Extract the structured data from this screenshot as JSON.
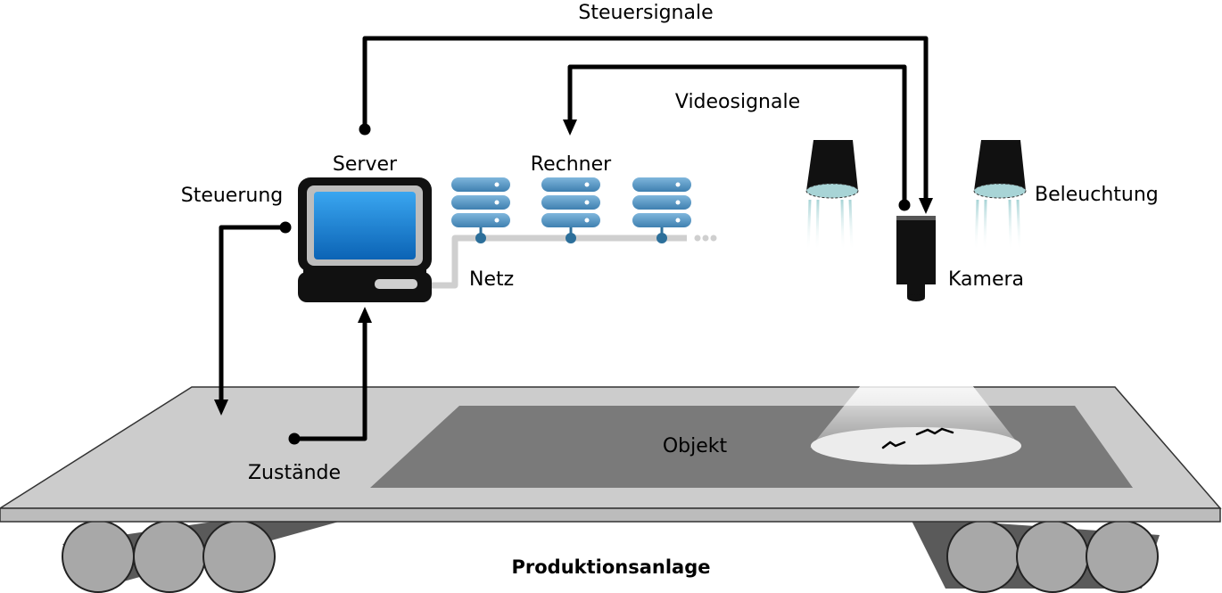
{
  "labels": {
    "steuersignale": "Steuersignale",
    "videosignale": "Videosignale",
    "server": "Server",
    "rechner": "Rechner",
    "steuerung": "Steuerung",
    "netz": "Netz",
    "beleuchtung": "Beleuchtung",
    "kamera": "Kamera",
    "objekt": "Objekt",
    "zustaende": "Zustände",
    "produktionsanlage": "Produktionsanlage"
  },
  "icons": {
    "server": "computer-terminal-icon",
    "rechner": "server-rack-icon",
    "kamera": "industrial-camera-icon",
    "beleuchtung": "spotlight-icon"
  },
  "colors": {
    "screen": "#1f7fd6",
    "rack": "#4d8fbd",
    "table_top": "#cccccc",
    "work_area": "#7a7a7a",
    "network_line": "#cfcfcf",
    "arrow": "#000000"
  }
}
